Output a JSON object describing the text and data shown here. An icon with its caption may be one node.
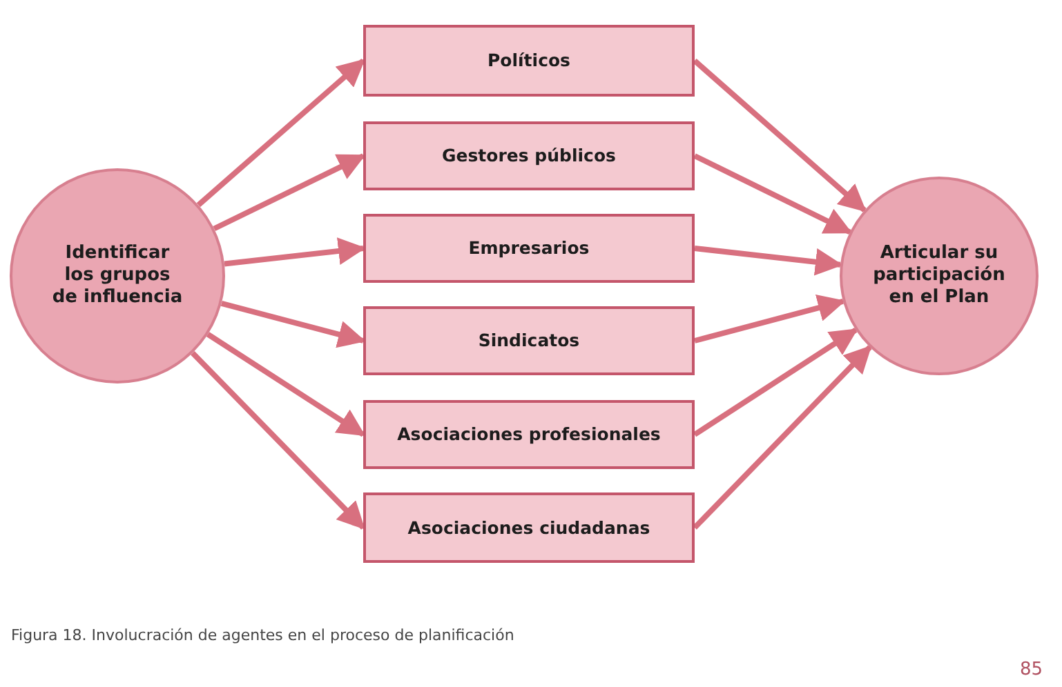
{
  "diagram": {
    "caption": "Figura 18. Involucración de agentes en el proceso de planificación",
    "nodes": [
      {
        "text": [
          "Identificar los grupos de influencia"
        ]
      },
      {
        "text": [
          "Políticos"
        ]
      },
      {
        "text": [
          "Gestores públicos"
        ]
      },
      {
        "text": [
          "Empresarios"
        ]
      },
      {
        "text": [
          "Sindicatos"
        ]
      },
      {
        "text": [
          "Asociaciones profesionales"
        ]
      },
      {
        "text": [
          "Asociaciones ciudadanas"
        ]
      },
      {
        "text": [
          "Articular su participación en el Plan"
        ]
      }
    ],
    "edges": [
      {
        "from": 0,
        "to": 1,
        "arrow": "to"
      },
      {
        "from": 0,
        "to": 2,
        "arrow": "to"
      },
      {
        "from": 0,
        "to": 3,
        "arrow": "to"
      },
      {
        "from": 0,
        "to": 4,
        "arrow": "to"
      },
      {
        "from": 0,
        "to": 5,
        "arrow": "to"
      },
      {
        "from": 0,
        "to": 6,
        "arrow": "to"
      },
      {
        "from": 1,
        "to": 7,
        "arrow": "to"
      },
      {
        "from": 2,
        "to": 7,
        "arrow": "to"
      },
      {
        "from": 3,
        "to": 7,
        "arrow": "to"
      },
      {
        "from": 4,
        "to": 7,
        "arrow": "to"
      },
      {
        "from": 5,
        "to": 7,
        "arrow": "to"
      },
      {
        "from": 6,
        "to": 7,
        "arrow": "to"
      }
    ],
    "labels": [
      "85"
    ]
  }
}
